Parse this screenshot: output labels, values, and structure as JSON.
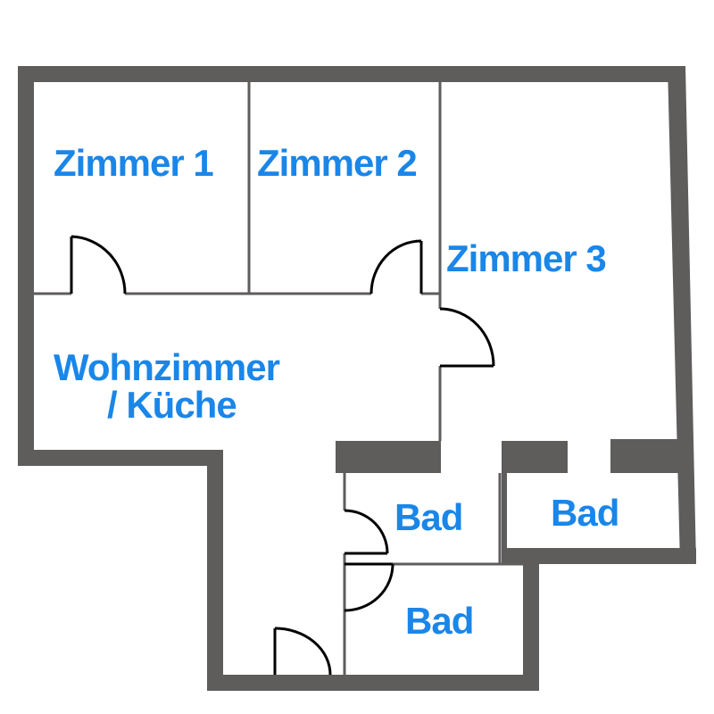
{
  "plan": {
    "colors": {
      "wall": "#5f5c5c",
      "label": "#1a86e8",
      "door": "#000000",
      "background": "#ffffff"
    },
    "rooms": [
      {
        "key": "zimmer1",
        "label": "Zimmer 1"
      },
      {
        "key": "zimmer2",
        "label": "Zimmer 2"
      },
      {
        "key": "zimmer3",
        "label": "Zimmer 3"
      },
      {
        "key": "wohnzimmer",
        "label_line1": "Wohnzimmer",
        "label_line2": "/ Küche"
      },
      {
        "key": "bad_left",
        "label": "Bad"
      },
      {
        "key": "bad_right",
        "label": "Bad"
      },
      {
        "key": "bad_bottom",
        "label": "Bad"
      }
    ]
  }
}
